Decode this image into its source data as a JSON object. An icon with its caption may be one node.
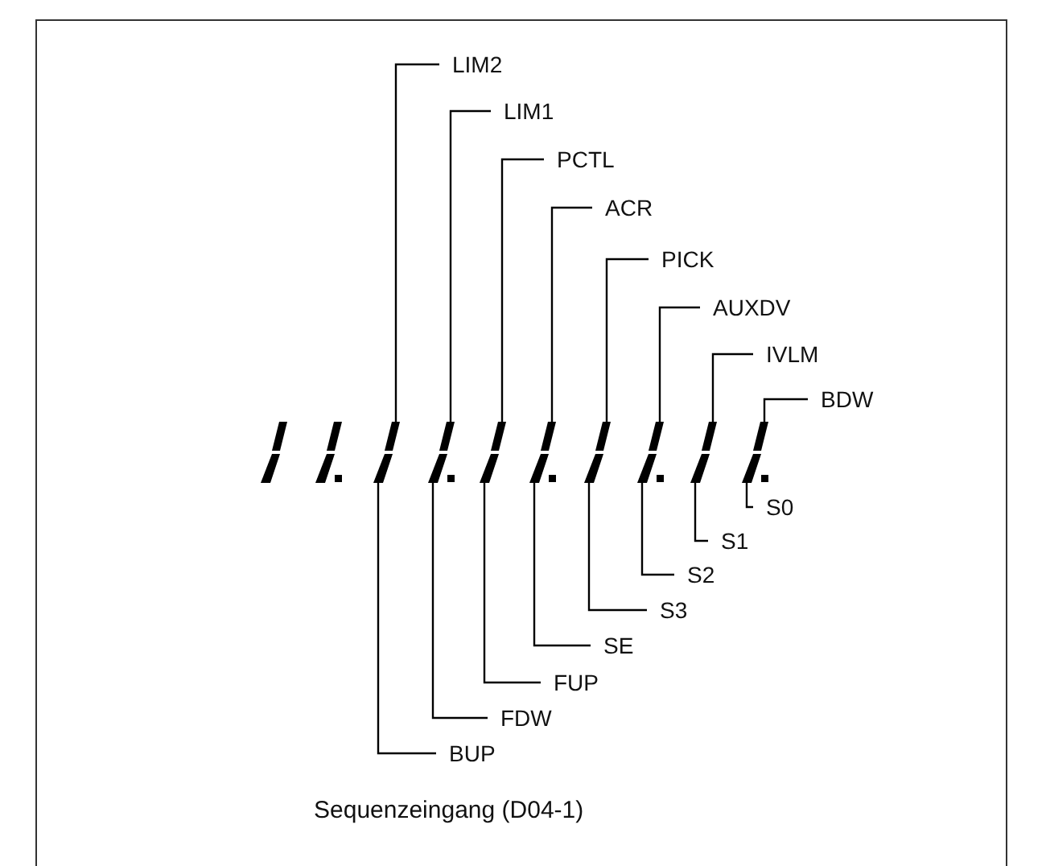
{
  "diagram": {
    "caption": "Sequenzeingang (D04-1)",
    "nodes": [
      {
        "text": [
          "LIM2"
        ]
      },
      {
        "text": [
          "LIM1"
        ]
      },
      {
        "text": [
          "PCTL"
        ]
      },
      {
        "text": [
          "ACR"
        ]
      },
      {
        "text": [
          "PICK"
        ]
      },
      {
        "text": [
          "AUXDV"
        ]
      },
      {
        "text": [
          "IVLM"
        ]
      },
      {
        "text": [
          "BDW"
        ]
      },
      {
        "text": [],
        "shape": "digit"
      },
      {
        "text": [],
        "shape": "digit"
      },
      {
        "text": [],
        "shape": "digit"
      },
      {
        "text": [],
        "shape": "digit"
      },
      {
        "text": [],
        "shape": "digit"
      },
      {
        "text": [],
        "shape": "digit"
      },
      {
        "text": [],
        "shape": "digit"
      },
      {
        "text": [],
        "shape": "digit"
      },
      {
        "text": [],
        "shape": "digit"
      },
      {
        "text": [],
        "shape": "digit"
      },
      {
        "text": [
          "S0"
        ]
      },
      {
        "text": [
          "S1"
        ]
      },
      {
        "text": [
          "S2"
        ]
      },
      {
        "text": [
          "S3"
        ]
      },
      {
        "text": [
          "SE"
        ]
      },
      {
        "text": [
          "FUP"
        ]
      },
      {
        "text": [
          "FDW"
        ]
      },
      {
        "text": [
          "BUP"
        ]
      }
    ],
    "edges": [
      {
        "from": 0,
        "to": 10,
        "arrow": "none"
      },
      {
        "from": 1,
        "to": 11,
        "arrow": "none"
      },
      {
        "from": 2,
        "to": 12,
        "arrow": "none"
      },
      {
        "from": 3,
        "to": 13,
        "arrow": "none"
      },
      {
        "from": 4,
        "to": 14,
        "arrow": "none"
      },
      {
        "from": 5,
        "to": 15,
        "arrow": "none"
      },
      {
        "from": 6,
        "to": 16,
        "arrow": "none"
      },
      {
        "from": 7,
        "to": 17,
        "arrow": "none"
      },
      {
        "from": 18,
        "to": 17,
        "arrow": "none"
      },
      {
        "from": 19,
        "to": 16,
        "arrow": "none"
      },
      {
        "from": 20,
        "to": 15,
        "arrow": "none"
      },
      {
        "from": 21,
        "to": 14,
        "arrow": "none"
      },
      {
        "from": 22,
        "to": 13,
        "arrow": "none"
      },
      {
        "from": 23,
        "to": 12,
        "arrow": "none"
      },
      {
        "from": 24,
        "to": 11,
        "arrow": "none"
      },
      {
        "from": 25,
        "to": 10,
        "arrow": "none"
      }
    ]
  }
}
